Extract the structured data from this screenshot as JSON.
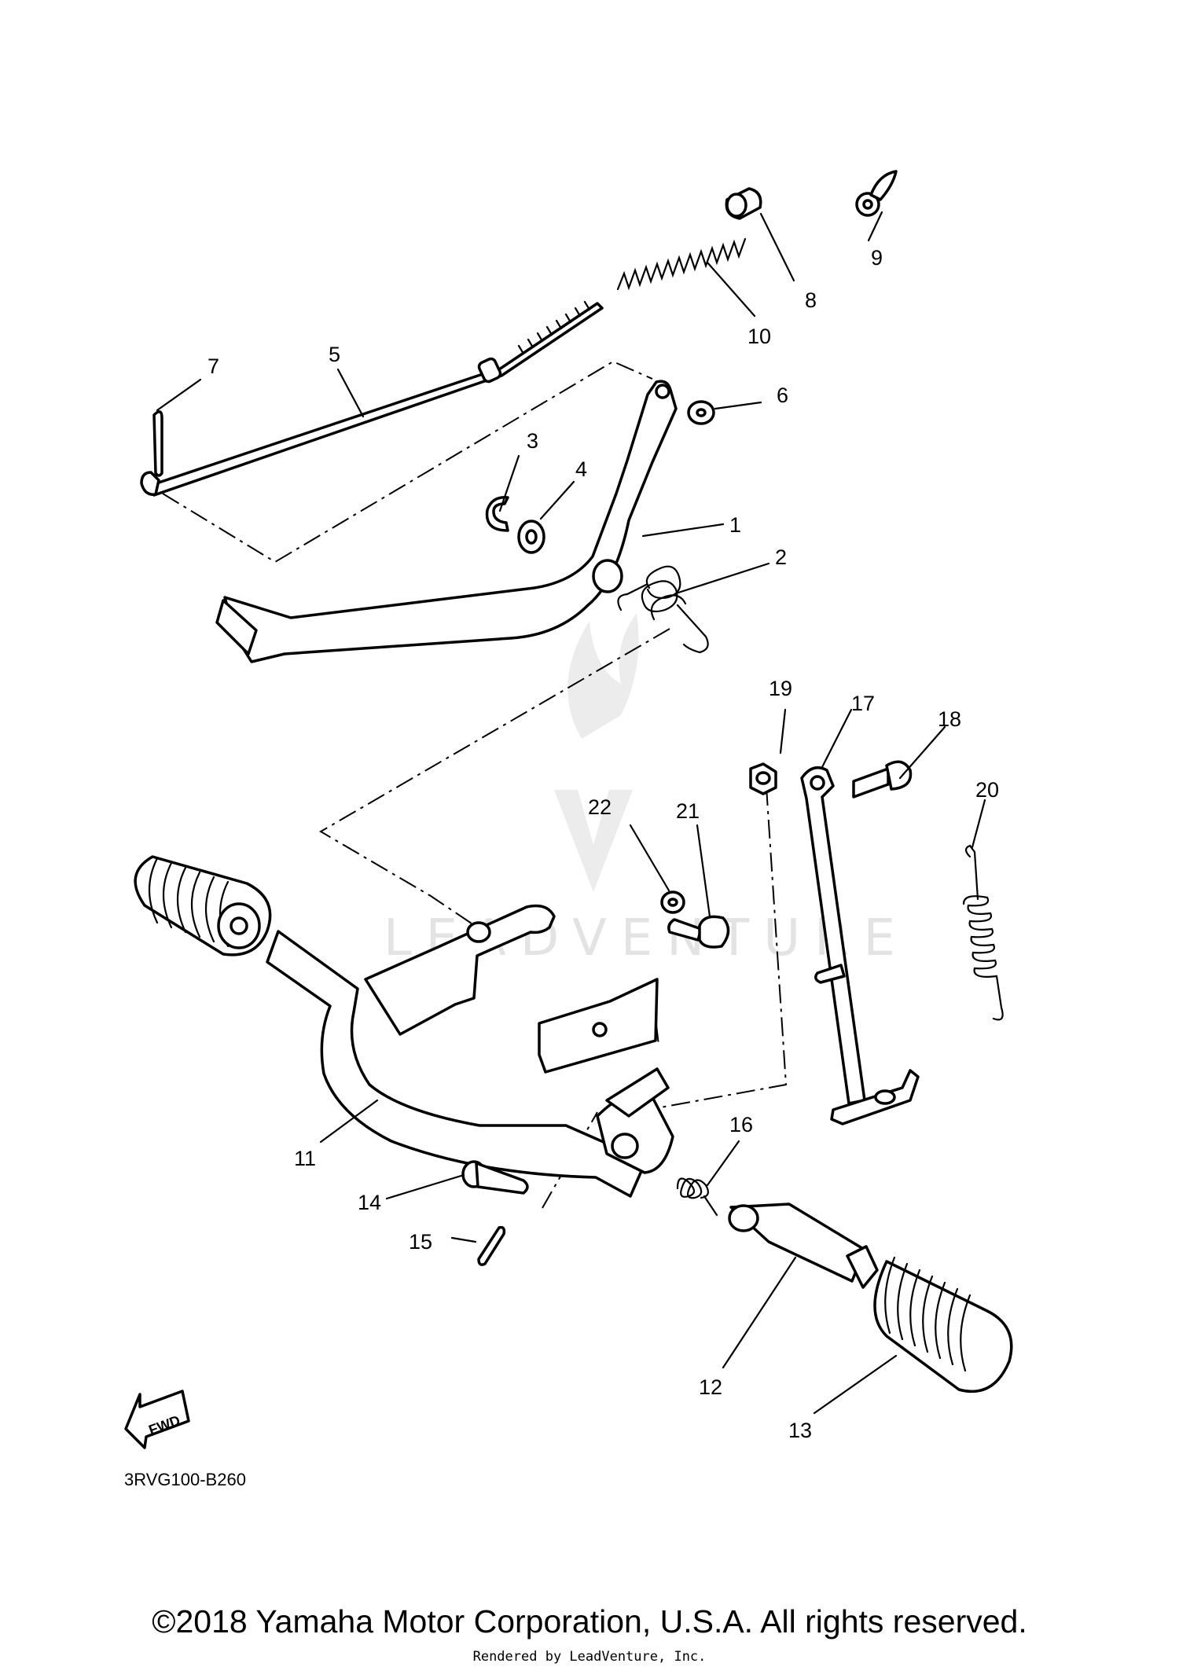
{
  "diagram": {
    "parts": [
      "1",
      "2",
      "3",
      "4",
      "5",
      "6",
      "7",
      "8",
      "9",
      "10",
      "11",
      "12",
      "13",
      "14",
      "15",
      "16",
      "17",
      "18",
      "19",
      "20",
      "21",
      "22"
    ],
    "drawing_code": "3RVG100-B260",
    "direction_label": "FWD",
    "watermark": "LEADVENTURE",
    "copyright": "©2018 Yamaha Motor Corporation, U.S.A. All rights reserved.",
    "rendered_by": "Rendered by LeadVenture, Inc."
  }
}
